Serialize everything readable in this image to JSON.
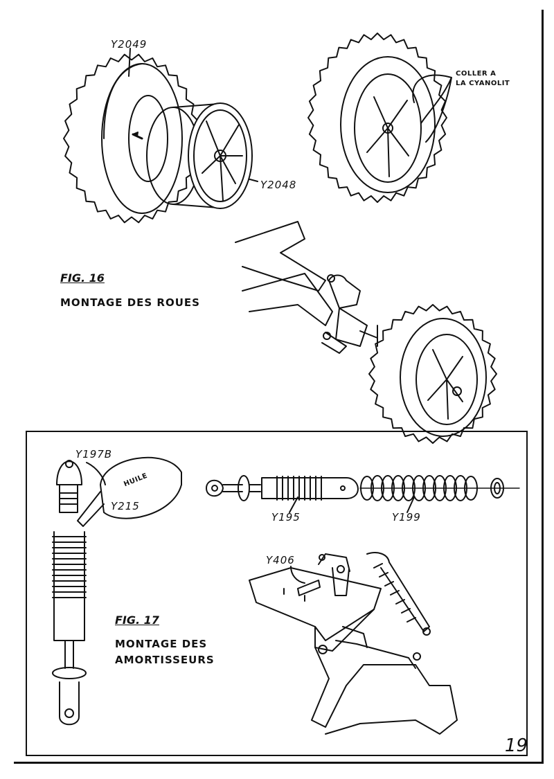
{
  "fig16": {
    "title": "FIG. 16",
    "caption": "MONTAGE DES ROUES",
    "labels": {
      "tire": "Y2049",
      "rim": "Y2048",
      "glue_line1": "COLLER A",
      "glue_line2": "LA CYANOLIT"
    }
  },
  "fig17": {
    "title": "FIG. 17",
    "caption_line1": "MONTAGE DES",
    "caption_line2": "AMORTISSEURS",
    "labels": {
      "cap": "Y197B",
      "oil_bottle": "Y215",
      "oil_text": "HUILE",
      "shock_body": "Y195",
      "spring": "Y199",
      "pin": "Y406"
    }
  },
  "page_number": "19"
}
